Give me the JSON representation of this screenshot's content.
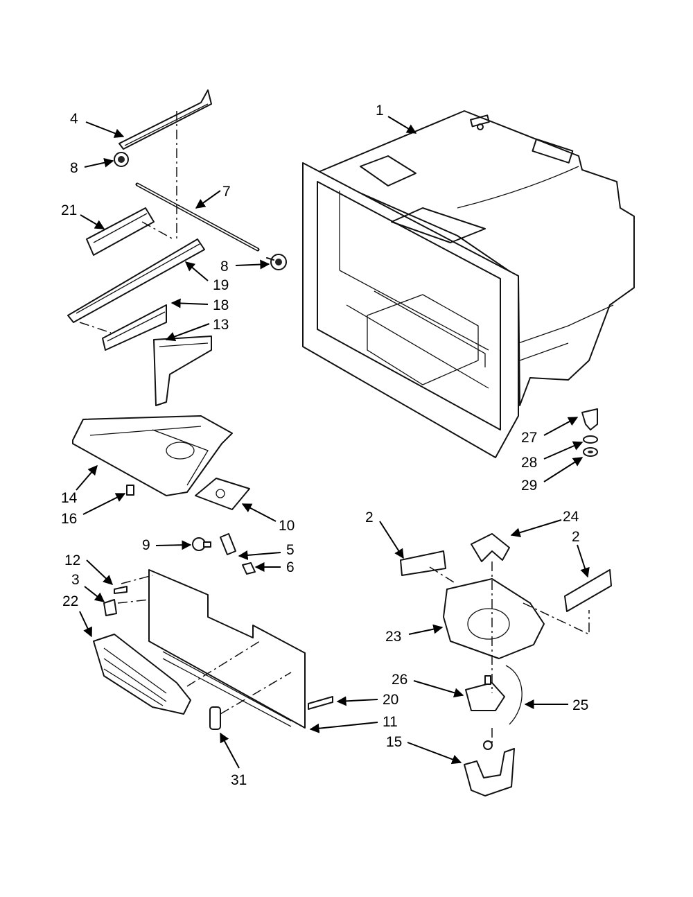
{
  "callouts": {
    "c1": "1",
    "c2a": "2",
    "c2b": "2",
    "c3": "3",
    "c4": "4",
    "c5": "5",
    "c6": "6",
    "c7": "7",
    "c8a": "8",
    "c8b": "8",
    "c9": "9",
    "c10": "10",
    "c11": "11",
    "c12": "12",
    "c13": "13",
    "c14": "14",
    "c15": "15",
    "c16": "16",
    "c18": "18",
    "c19": "19",
    "c20": "20",
    "c21": "21",
    "c22": "22",
    "c23": "23",
    "c24": "24",
    "c25": "25",
    "c26": "26",
    "c27": "27",
    "c28": "28",
    "c29": "29",
    "c31": "31"
  }
}
